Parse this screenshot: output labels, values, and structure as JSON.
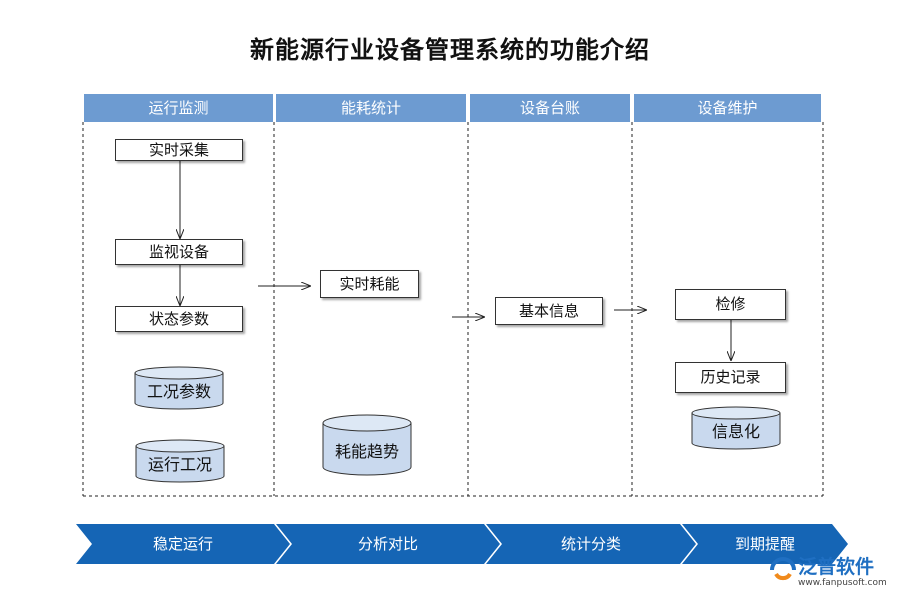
{
  "title": "新能源行业设备管理系统的功能介绍",
  "columns": [
    {
      "label": "运行监测"
    },
    {
      "label": "能耗统计"
    },
    {
      "label": "设备台账"
    },
    {
      "label": "设备维护"
    }
  ],
  "col1": {
    "boxes": [
      "实时采集",
      "监视设备",
      "状态参数"
    ],
    "cylinders": [
      "工况参数",
      "运行工况"
    ]
  },
  "col2": {
    "box": "实时耗能",
    "cylinder": "耗能趋势"
  },
  "col3": {
    "box": "基本信息"
  },
  "col4": {
    "boxes": [
      "检修",
      "历史记录"
    ],
    "cylinder": "信息化"
  },
  "banner": [
    "稳定运行",
    "分析对比",
    "统计分类",
    "到期提醒"
  ],
  "logo": {
    "name": "泛普软件",
    "url": "www.fanpusoft.com"
  },
  "colors": {
    "header": "#6d9bd1",
    "banner": "#1565b5",
    "logo_blue": "#1f6fc2",
    "logo_orange": "#f08a1c"
  }
}
